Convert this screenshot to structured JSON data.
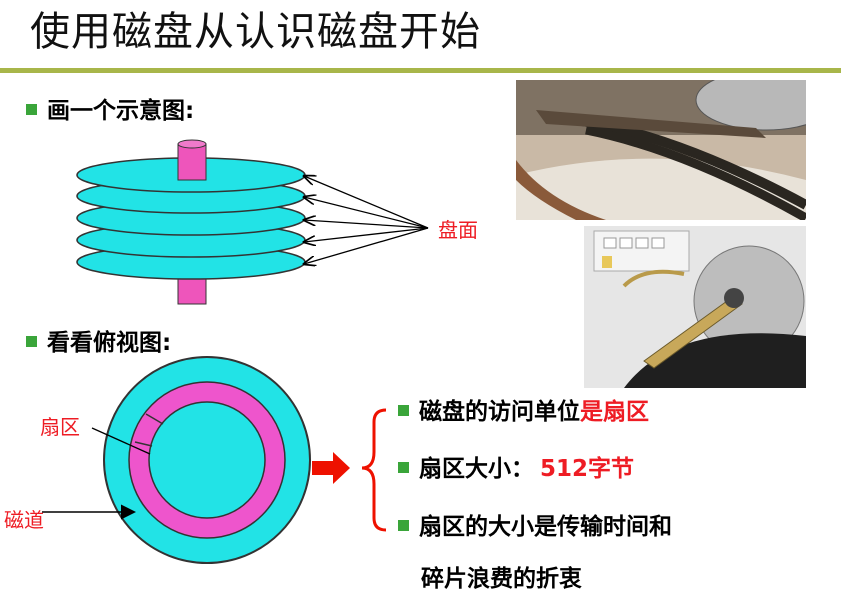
{
  "title": "使用磁盘从认识磁盘开始",
  "section1": {
    "heading": "画一个示意图:"
  },
  "section2": {
    "heading": "看看俯视图:"
  },
  "labels": {
    "surface": "盘面",
    "sector": "扇区",
    "track": "磁道"
  },
  "points": {
    "p1_prefix": "磁盘的访问单位",
    "p1_highlight": "是扇区",
    "p2_prefix": "扇区大小：",
    "p2_highlight": "512字节",
    "p3_line1": "扇区的大小是传输时间和",
    "p3_line2": "碎片浪费的折衷"
  },
  "colors": {
    "accent_rule": "#a8b64a",
    "bullet": "#3aa53a",
    "platter": "#22e3e6",
    "spindle": "#ee55bb",
    "highlight_text": "#ee1c24",
    "arrow": "#ee1100"
  }
}
